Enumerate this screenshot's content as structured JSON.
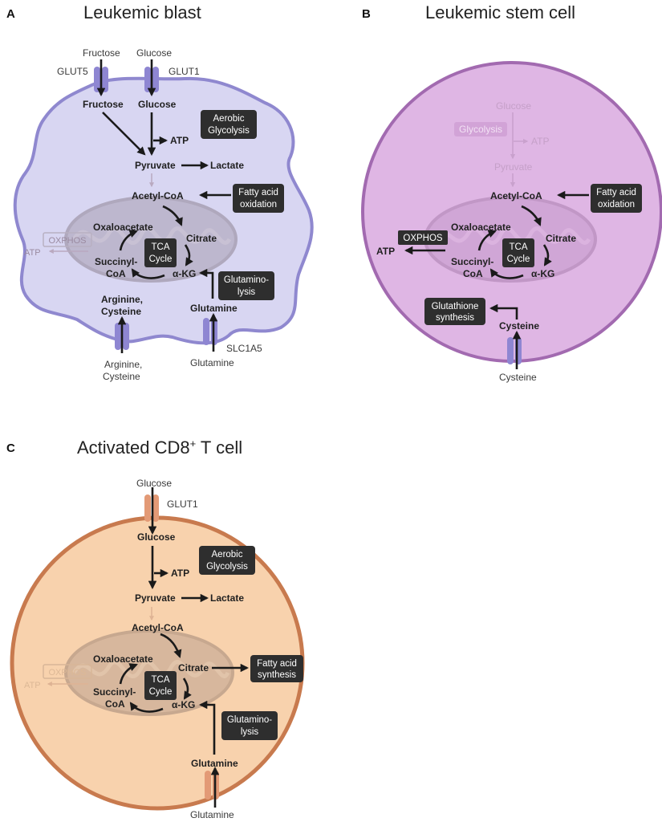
{
  "panels": {
    "A": {
      "label": "A",
      "title": "Leukemic blast",
      "outside": {
        "fructose": "Fructose",
        "glucose": "Glucose",
        "arginine_1": "Arginine,",
        "arginine_2": "Cysteine",
        "glutamine": "Glutamine"
      },
      "transporters": {
        "glut5": "GLUT5",
        "glut1": "GLUT1",
        "slc1a5": "SLC1A5"
      },
      "inside": {
        "fructose": "Fructose",
        "glucose": "Glucose",
        "atp": "ATP",
        "pyruvate": "Pyruvate",
        "lactate": "Lactate",
        "acetyl_coa": "Acetyl-CoA",
        "oxaloacetate": "Oxaloacetate",
        "citrate": "Citrate",
        "succinyl_1": "Succinyl-",
        "succinyl_2": "CoA",
        "akg": "α-KG",
        "glutamine": "Glutamine",
        "arginine_1": "Arginine,",
        "arginine_2": "Cysteine",
        "oxphos": "OXPHOS",
        "atp_out": "ATP"
      },
      "boxes": {
        "glycolysis_1": "Aerobic",
        "glycolysis_2": "Glycolysis",
        "fao_1": "Fatty acid",
        "fao_2": "oxidation",
        "tca_1": "TCA",
        "tca_2": "Cycle",
        "glutaminolysis_1": "Glutamino-",
        "glutaminolysis_2": "lysis"
      }
    },
    "B": {
      "label": "B",
      "title": "Leukemic stem cell",
      "outside": {
        "cysteine": "Cysteine"
      },
      "inside": {
        "glucose": "Glucose",
        "glycolysis": "Glycolysis",
        "atp": "ATP",
        "pyruvate": "Pyruvate",
        "acetyl_coa": "Acetyl-CoA",
        "oxaloacetate": "Oxaloacetate",
        "citrate": "Citrate",
        "succinyl_1": "Succinyl-",
        "succinyl_2": "CoA",
        "akg": "α-KG",
        "oxphos": "OXPHOS",
        "atp_out": "ATP",
        "cysteine": "Cysteine"
      },
      "boxes": {
        "fao_1": "Fatty acid",
        "fao_2": "oxidation",
        "tca_1": "TCA",
        "tca_2": "Cycle",
        "gsh_1": "Glutathione",
        "gsh_2": "synthesis"
      }
    },
    "C": {
      "label": "C",
      "title_main": "Activated CD8",
      "title_sup": "+",
      "title_end": " T cell",
      "outside": {
        "glucose": "Glucose",
        "glutamine": "Glutamine"
      },
      "transporters": {
        "glut1": "GLUT1"
      },
      "inside": {
        "glucose": "Glucose",
        "atp": "ATP",
        "pyruvate": "Pyruvate",
        "lactate": "Lactate",
        "acetyl_coa": "Acetyl-CoA",
        "oxaloacetate": "Oxaloacetate",
        "citrate": "Citrate",
        "succinyl_1": "Succinyl-",
        "succinyl_2": "CoA",
        "akg": "α-KG",
        "glutamine": "Glutamine",
        "oxphos": "OXPHOS",
        "atp_out": "ATP"
      },
      "boxes": {
        "glycolysis_1": "Aerobic",
        "glycolysis_2": "Glycolysis",
        "fas_1": "Fatty acid",
        "fas_2": "synthesis",
        "tca_1": "TCA",
        "tca_2": "Cycle",
        "glutaminolysis_1": "Glutamino-",
        "glutaminolysis_2": "lysis"
      }
    }
  },
  "colors": {
    "blast_fill": "#d8d6f2",
    "blast_stroke": "#8f88cf",
    "stem_fill": "#dfb6e4",
    "stem_stroke": "#a26ab0",
    "tcell_fill": "#f8d2ad",
    "tcell_stroke": "#c87a4e",
    "mito": "#a8a0a2",
    "box": "#2e2e2e",
    "transporter_purple": "#8e86d2",
    "transporter_orange": "#e39a76"
  }
}
